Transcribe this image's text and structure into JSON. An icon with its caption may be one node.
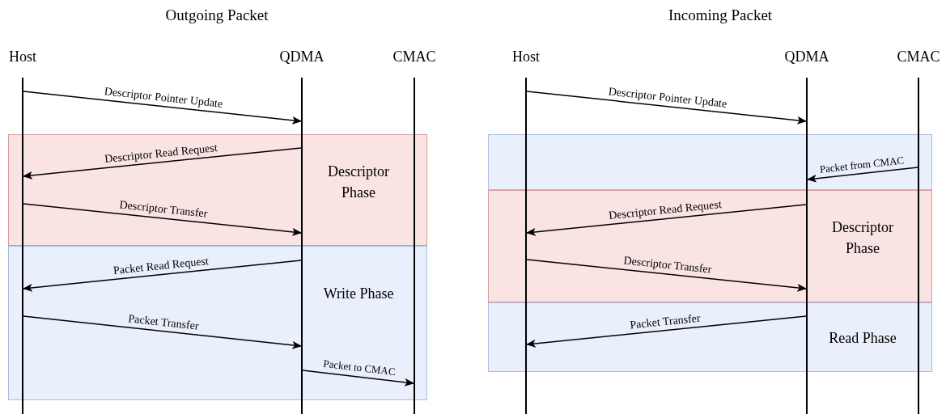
{
  "diagram": {
    "nodes": [
      {
        "text": [
          "Host"
        ]
      },
      {
        "text": [
          "QDMA"
        ]
      },
      {
        "text": [
          "CMAC"
        ]
      },
      {
        "text": [
          "Host"
        ]
      },
      {
        "text": [
          "QDMA"
        ]
      },
      {
        "text": [
          "CMAC"
        ]
      }
    ],
    "edges": [
      {
        "from": 0,
        "to": 1,
        "arrow": "to",
        "label": "Descriptor Pointer Update"
      },
      {
        "from": 1,
        "to": 0,
        "arrow": "to",
        "label": "Descriptor Read Request"
      },
      {
        "from": 0,
        "to": 1,
        "arrow": "to",
        "label": "Descriptor Transfer"
      },
      {
        "from": 1,
        "to": 0,
        "arrow": "to",
        "label": "Packet Read Request"
      },
      {
        "from": 0,
        "to": 1,
        "arrow": "to",
        "label": "Packet Transfer"
      },
      {
        "from": 1,
        "to": 2,
        "arrow": "to",
        "label": "Packet to CMAC"
      },
      {
        "from": 3,
        "to": 4,
        "arrow": "to",
        "label": "Descriptor Pointer Update"
      },
      {
        "from": 5,
        "to": 4,
        "arrow": "to",
        "label": "Packet from CMAC"
      },
      {
        "from": 4,
        "to": 3,
        "arrow": "to",
        "label": "Descriptor Read Request"
      },
      {
        "from": 3,
        "to": 4,
        "arrow": "to",
        "label": "Descriptor Transfer"
      },
      {
        "from": 4,
        "to": 3,
        "arrow": "to",
        "label": "Packet Transfer"
      }
    ],
    "labels": [
      "Outgoing Packet",
      "Incoming Packet",
      "Descriptor Phase",
      "Write Phase",
      "Descriptor Phase",
      "Read Phase"
    ]
  }
}
